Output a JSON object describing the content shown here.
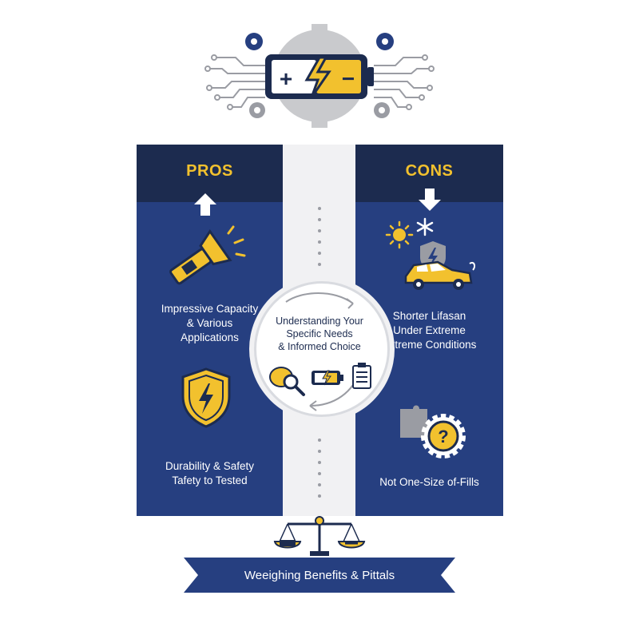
{
  "pros": {
    "title": "PROS",
    "items": [
      {
        "label_lines": [
          "Impressive Capacity",
          "& Various",
          "Applications"
        ]
      },
      {
        "label_lines": [
          "Durability & Safety",
          "Tafety to Tested"
        ]
      }
    ]
  },
  "cons": {
    "title": "CONS",
    "items": [
      {
        "label_lines": [
          "Shorter Lifasan",
          "Under Extreme",
          "Extreme Conditions"
        ]
      },
      {
        "label_lines": [
          "Not One-Size of-Fills"
        ]
      }
    ]
  },
  "center": {
    "label_lines": [
      "Understanding Your",
      "Specific Needs",
      "& Informed Choice"
    ]
  },
  "banner": {
    "label": "Weeighing Benefits & Pittals"
  },
  "battery": {
    "plus": "+",
    "minus": "−"
  },
  "colors": {
    "navy": "#263f80",
    "dark_navy": "#1c2b4f",
    "yellow": "#f2c12e",
    "gray": "#9a9ca3"
  }
}
